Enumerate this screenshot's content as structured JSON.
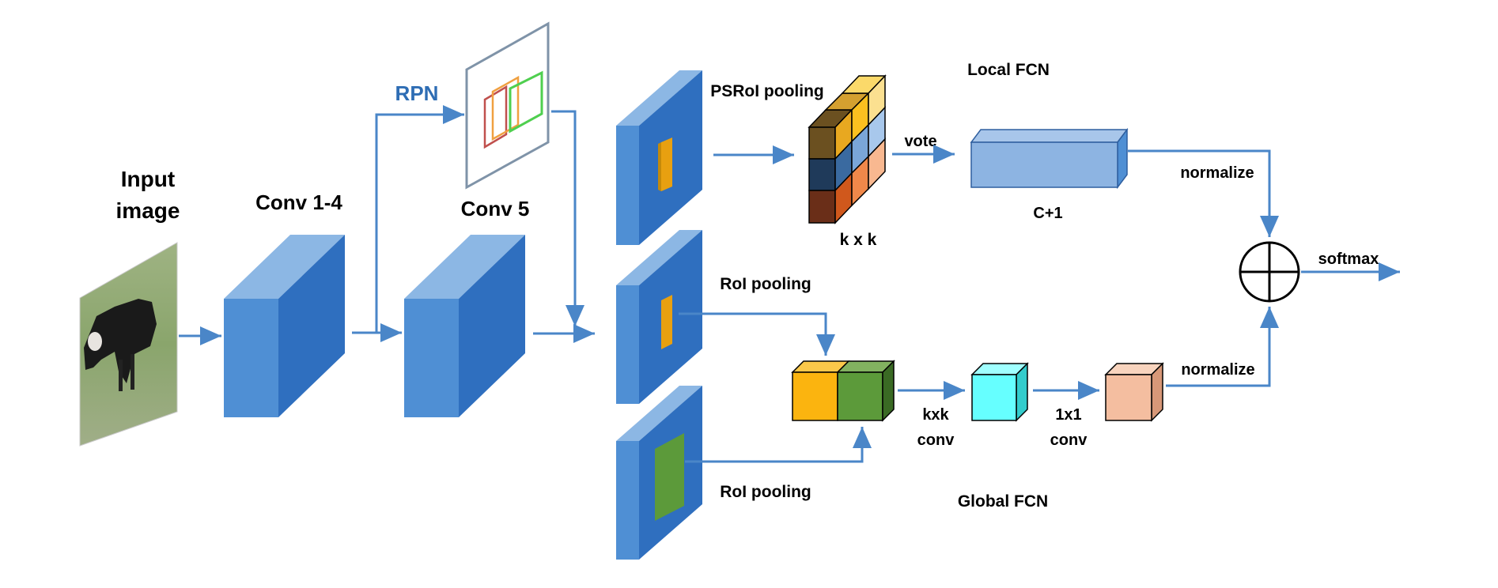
{
  "labels": {
    "input_image_line1": "Input",
    "input_image_line2": "image",
    "conv14": "Conv 1-4",
    "conv5": "Conv 5",
    "rpn": "RPN",
    "psroi_pooling": "PSRoI pooling",
    "local_fcn": "Local FCN",
    "vote": "vote",
    "kxk_grid": "k x k",
    "c_plus_1": "C+1",
    "normalize_top": "normalize",
    "softmax": "softmax",
    "roi_pooling_mid": "RoI pooling",
    "roi_pooling_bottom": "RoI pooling",
    "kxk_line1": "kxk",
    "kxk_line2": "conv",
    "one_by_one_line1": "1x1",
    "one_by_one_line2": "conv",
    "normalize_bottom": "normalize",
    "global_fcn": "Global FCN"
  },
  "colors": {
    "arrow": "#4a86c8",
    "block_front": "#4f8fd4",
    "block_top": "#8cb7e4",
    "block_side": "#2f6fbf",
    "orange": "#fbb40f",
    "green": "#5c9a3a",
    "cyan": "#66ffff",
    "peach": "#f4bea0",
    "light_blue_block": "#8db4e2",
    "rpn_text": "#2e6db4"
  }
}
